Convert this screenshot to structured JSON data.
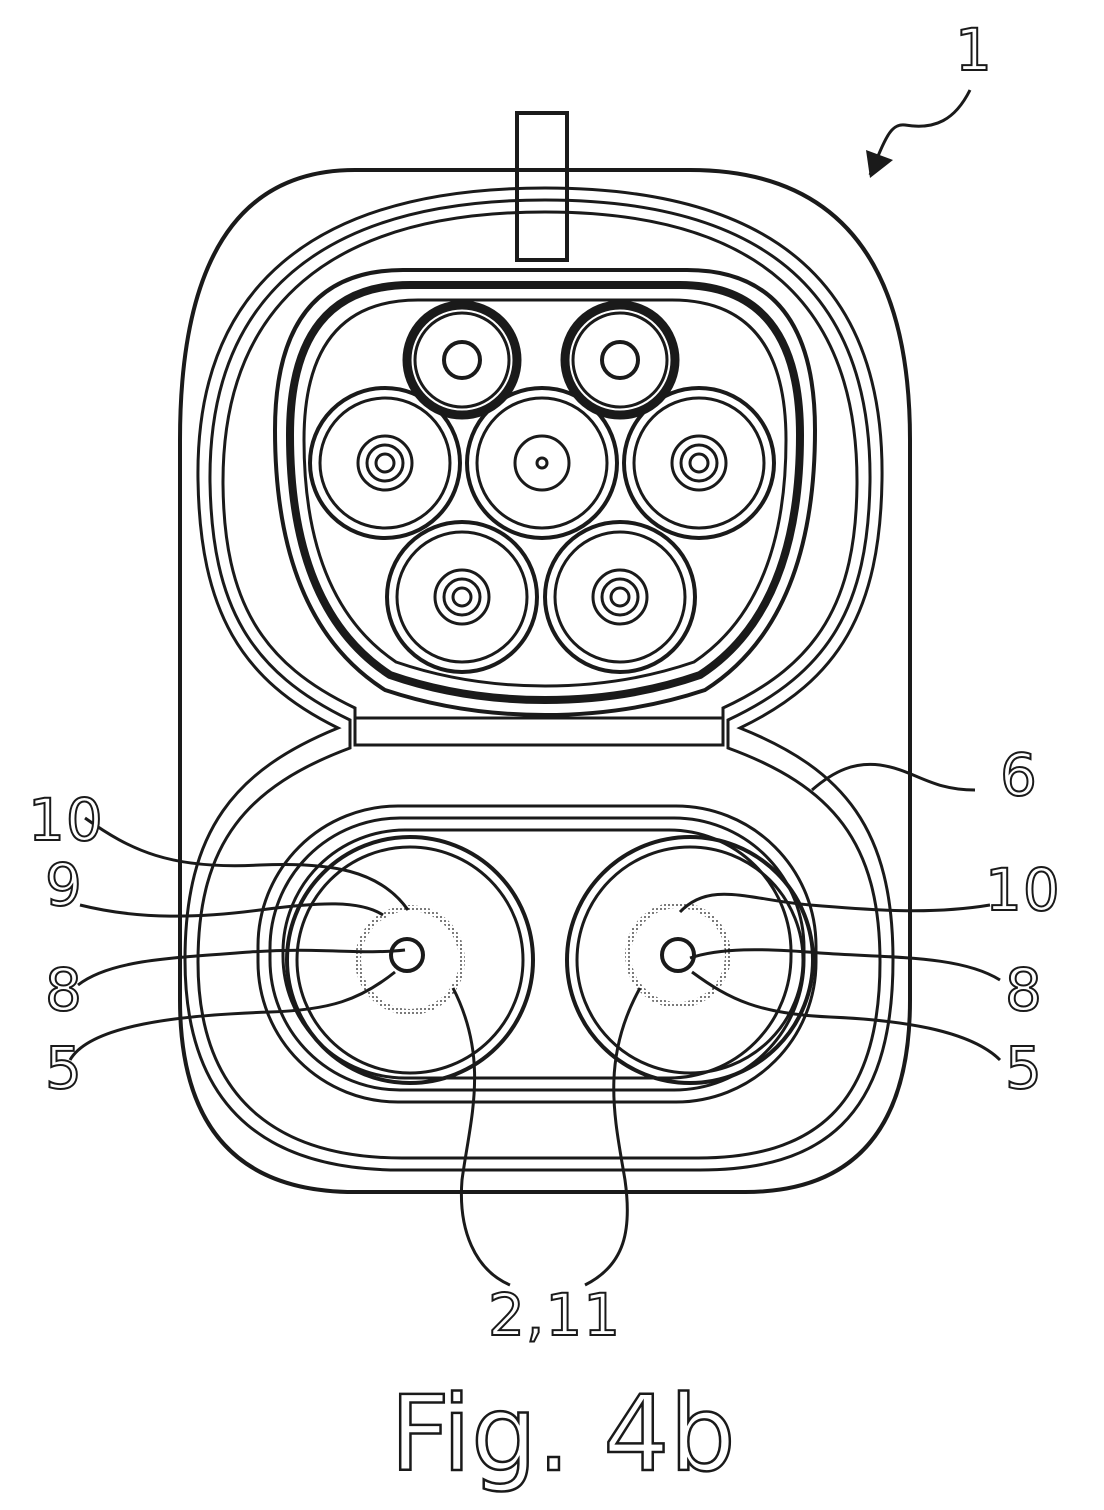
{
  "figure": {
    "caption": "Fig. 4b",
    "labels": {
      "assembly": "1",
      "interface": "6",
      "contact_a": "10",
      "contact_b": "10",
      "ring": "9",
      "sleeve_a": "8",
      "sleeve_b": "8",
      "pin_a": "5",
      "pin_b": "5",
      "plug": "2,11"
    }
  }
}
